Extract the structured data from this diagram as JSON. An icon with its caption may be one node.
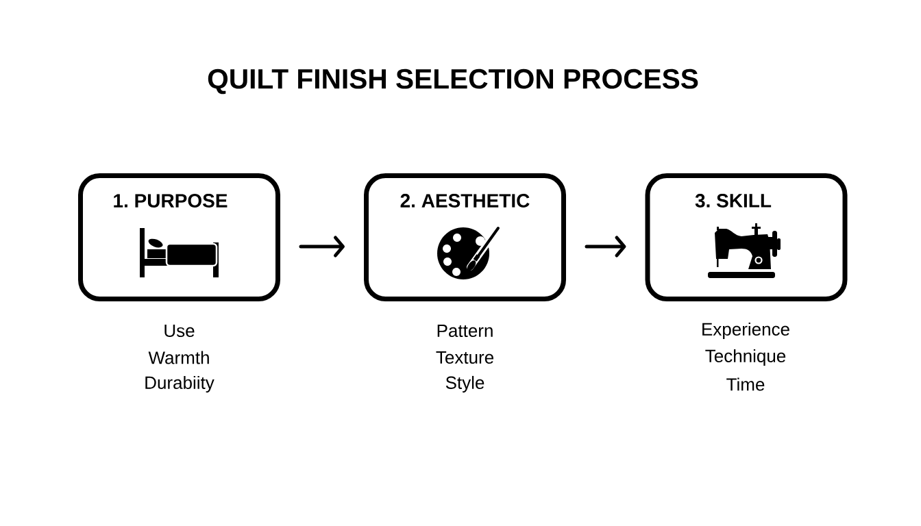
{
  "diagram": {
    "title": "QUILT FINISH SELECTION PROCESS",
    "nodes": [
      {
        "text": [
          "1. PURPOSE"
        ],
        "beside": [
          "Use",
          "Warmth",
          "Durabiity"
        ]
      },
      {
        "text": [
          "2. AESTHETIC"
        ],
        "beside": [
          "Pattern",
          "Texture",
          "Style"
        ]
      },
      {
        "text": [
          "3. SKILL"
        ],
        "beside": [
          "Experience",
          "Technique",
          "Time"
        ]
      }
    ],
    "edges": [
      {
        "from": 0,
        "to": 1,
        "arrow": "to"
      },
      {
        "from": 1,
        "to": 2,
        "arrow": "to"
      }
    ]
  }
}
